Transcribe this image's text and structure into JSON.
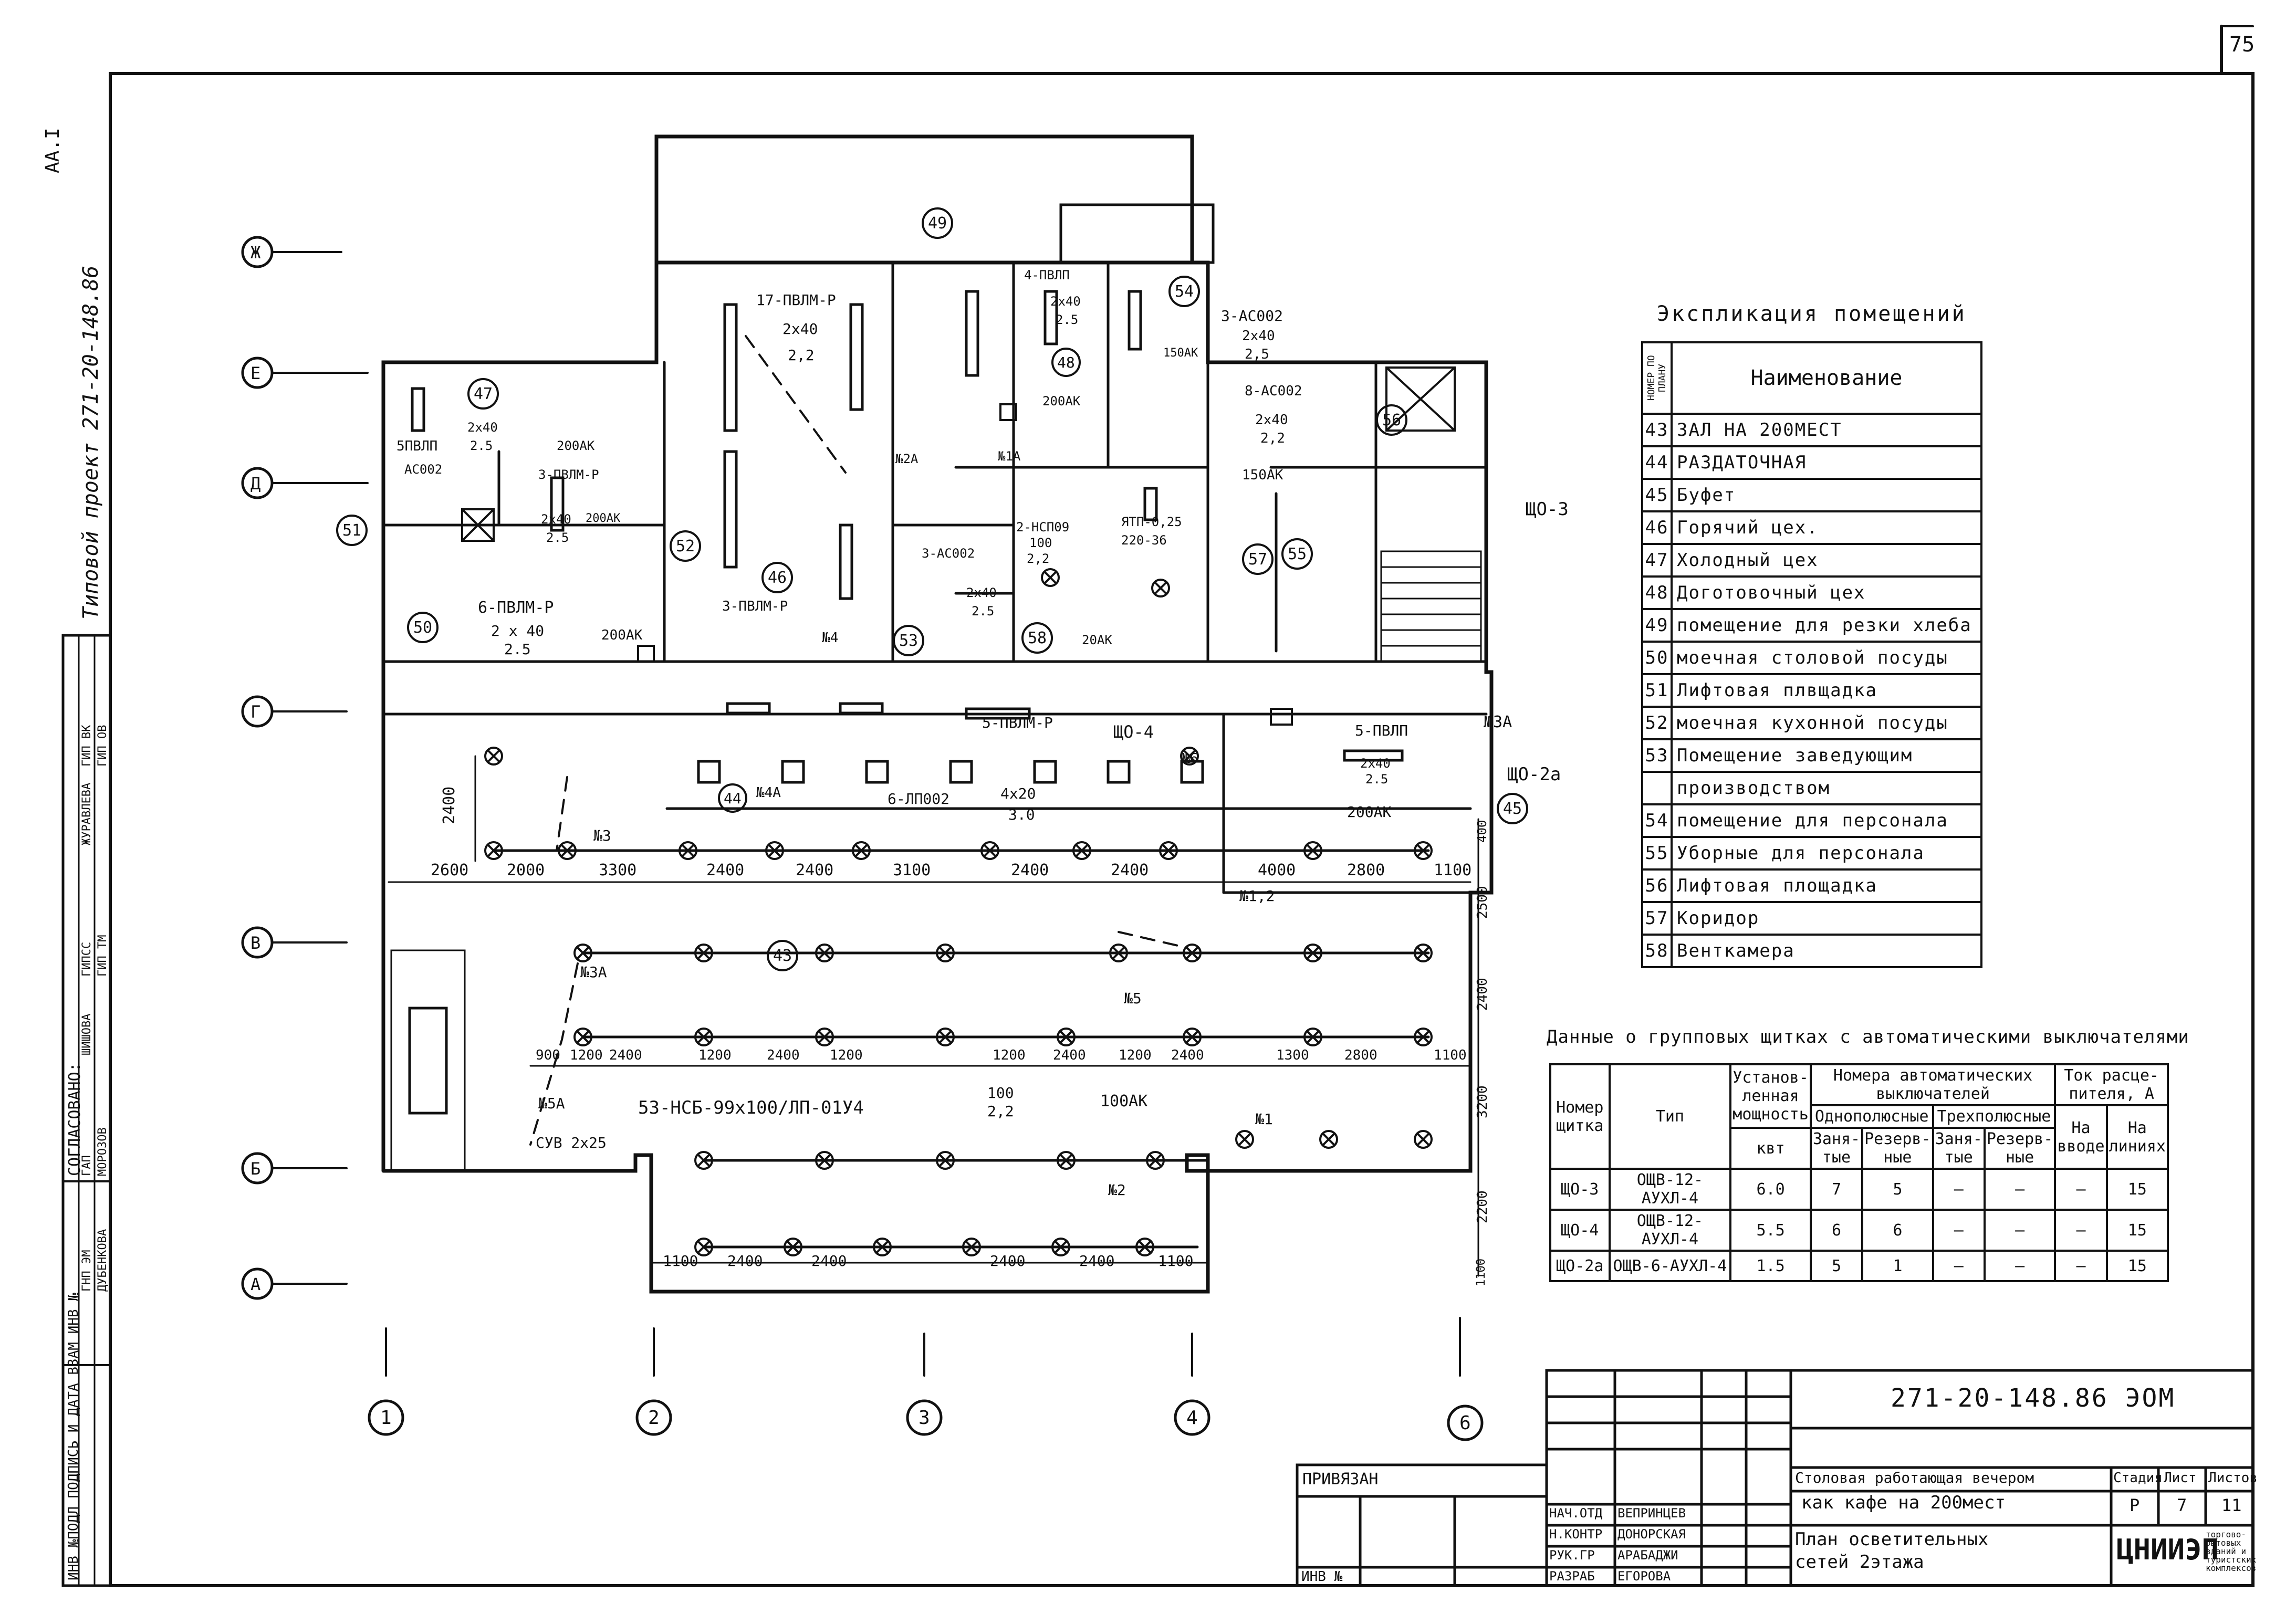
{
  "sheet": {
    "page_number": "75",
    "corner_code": "АА.І",
    "side_project": "Типовой проект 271-20-148.86",
    "side_coord": "СОГЛАСОВАНО:",
    "side_roles": [
      "ГИП ВК",
      "ЖУРАВЛЕВА",
      "ГИП ОВ",
      "ГИПСС",
      "ШИШОВА",
      "ГИП ТМ",
      "ГАП",
      "МОРОЗОВ",
      "ГНП ЭМ",
      "ДУБЕНКОВА"
    ],
    "side_inv": "ИНВ №ПОДЛ ПОДПИСЬ И ДАТА ВЗАМ ИНВ №"
  },
  "axes": {
    "rows": [
      "Ж",
      "Е",
      "Д",
      "Г",
      "В",
      "Б",
      "А"
    ],
    "cols": [
      "1",
      "2",
      "3",
      "4",
      "6"
    ]
  },
  "rooms": [
    {
      "num": "43"
    },
    {
      "num": "44"
    },
    {
      "num": "46"
    },
    {
      "num": "47"
    },
    {
      "num": "48"
    },
    {
      "num": "49"
    },
    {
      "num": "50"
    },
    {
      "num": "51"
    },
    {
      "num": "52"
    },
    {
      "num": "53"
    },
    {
      "num": "54"
    },
    {
      "num": "55"
    },
    {
      "num": "56"
    },
    {
      "num": "57"
    },
    {
      "num": "58"
    },
    {
      "num": "45"
    }
  ],
  "fixture_labels": [
    "17-ПВЛМ-Р",
    "2х40",
    "2,2",
    "4-ПВЛП",
    "2х40",
    "2.5",
    "200АК",
    "3-АС002",
    "2х40",
    "2,5",
    "150АК",
    "8-АС002",
    "2х40",
    "2,2",
    "150АК",
    "5ПВЛП",
    "2х40",
    "2.5",
    "200АК",
    "АС002",
    "3-ПВЛМ-Р",
    "2х40",
    "2.5",
    "200АК",
    "6-ПВЛМ-Р",
    "2 х 40",
    "2.5",
    "200АК",
    "3-ПВЛМ-Р",
    "2-НСП09",
    "100",
    "2,2",
    "ЯТП-0,25",
    "220-36",
    "20АК",
    "3-АС002",
    "2х40",
    "2.5",
    "5-ПВЛМ-Р",
    "6-ЛП002",
    "4х20",
    "3.0",
    "5-ПВЛП",
    "2х40",
    "2.5",
    "200АК",
    "53-НСБ-99х100/ЛП-01У4",
    "100",
    "2,2",
    "100АК",
    "СУВ 2х25"
  ],
  "group_labels": [
    "№1",
    "№2",
    "№3",
    "№3А",
    "№4",
    "№4А",
    "№5",
    "№5А",
    "№6",
    "№1А",
    "№2А",
    "№1,2",
    "ЩО-3",
    "ЩО-4",
    "ЩО-2а",
    "№3А"
  ],
  "dimensions": {
    "top_row": [
      "2600",
      "2000",
      "3300",
      "2400",
      "2400",
      "3100",
      "2400",
      "2400",
      "4000",
      "2800",
      "1100"
    ],
    "mid_row": [
      "900",
      "1200",
      "2400",
      "1200",
      "2400",
      "1200",
      "1200",
      "2400",
      "1200",
      "2400",
      "1300",
      "2800",
      "1100"
    ],
    "bottom_row": [
      "1100",
      "2400",
      "2400",
      "2400",
      "2400",
      "1100"
    ],
    "left_vertical": [
      "2400"
    ],
    "right_vertical": [
      "400",
      "2500",
      "2400",
      "3200",
      "2200",
      "1100"
    ]
  },
  "explication": {
    "title": "Экспликация помещений",
    "num_header": "НОМЕР ПО ПЛАНУ",
    "name_header": "Наименование",
    "rows": [
      {
        "num": "43",
        "name": "ЗАЛ НА 200МЕСТ"
      },
      {
        "num": "44",
        "name": "РАЗДАТОЧНАЯ"
      },
      {
        "num": "45",
        "name": "Буфет"
      },
      {
        "num": "46",
        "name": "Горячий цех."
      },
      {
        "num": "47",
        "name": "Холодный цех"
      },
      {
        "num": "48",
        "name": "Доготовочный цех"
      },
      {
        "num": "49",
        "name": "помещение для резки хлеба"
      },
      {
        "num": "50",
        "name": "моечная столовой посуды"
      },
      {
        "num": "51",
        "name": "Лифтовая плвщадка"
      },
      {
        "num": "52",
        "name": "моечная кухонной посуды"
      },
      {
        "num": "53",
        "name": "Помещение заведующим"
      },
      {
        "num": "",
        "name": "производством"
      },
      {
        "num": "54",
        "name": "помещение для персонала"
      },
      {
        "num": "55",
        "name": "Уборные для персонала"
      },
      {
        "num": "56",
        "name": "Лифтовая площадка"
      },
      {
        "num": "57",
        "name": "Коридор"
      },
      {
        "num": "58",
        "name": "Венткамера"
      }
    ]
  },
  "panels": {
    "title": "Данные о групповых щитках с автоматическими выключателями",
    "headers": {
      "num": "Номер щитка",
      "type": "Тип",
      "power": "Установ-ленная мощность",
      "power_unit": "квт",
      "breakers": "Номера автоматических выключателей",
      "single": "Однополюсные",
      "triple": "Трехполюсные",
      "busy": "Заня-тые",
      "reserve": "Резерв-ные",
      "current": "Ток расце-пителя, А",
      "input": "На вводе",
      "lines": "На линиях"
    },
    "rows": [
      {
        "num": "ЩО-3",
        "type": "ОЩВ-12-АУХЛ-4",
        "power": "6.0",
        "s_busy": "7",
        "s_res": "5",
        "t_busy": "—",
        "t_res": "—",
        "input": "—",
        "lines": "15"
      },
      {
        "num": "ЩО-4",
        "type": "ОЩВ-12-АУХЛ-4",
        "power": "5.5",
        "s_busy": "6",
        "s_res": "6",
        "t_busy": "—",
        "t_res": "—",
        "input": "—",
        "lines": "15"
      },
      {
        "num": "ЩО-2а",
        "type": "ОЩВ-6-АУХЛ-4",
        "power": "1.5",
        "s_busy": "5",
        "s_res": "1",
        "t_busy": "—",
        "t_res": "—",
        "input": "—",
        "lines": "15"
      }
    ]
  },
  "stamp": {
    "doc_code": "271-20-148.86 ЭОМ",
    "project_name_1": "Столовая работающая вечером",
    "project_name_2": "как кафе на 200мест",
    "sheet_name_1": "План осветительных",
    "sheet_name_2": "сетей 2этажа",
    "stage_h": "Стадия",
    "sheet_h": "Лист",
    "sheets_h": "Листов",
    "stage": "Р",
    "sheet": "7",
    "sheets": "11",
    "bound": "ПРИВЯЗАН",
    "inv": "ИНВ №",
    "org": "ЦНИИЭП",
    "org_sub": "торгово-бытовых зданий и туристских комплексов",
    "roles": [
      {
        "role": "НАЧ.ОТД",
        "name": "ВЕПРИНЦЕВ"
      },
      {
        "role": "Н.КОНТР",
        "name": "ДОНОРСКАЯ"
      },
      {
        "role": "РУК.ГР",
        "name": "АРАБАДЖИ"
      },
      {
        "role": "РАЗРАБ",
        "name": "ЕГОРОВА"
      }
    ]
  }
}
